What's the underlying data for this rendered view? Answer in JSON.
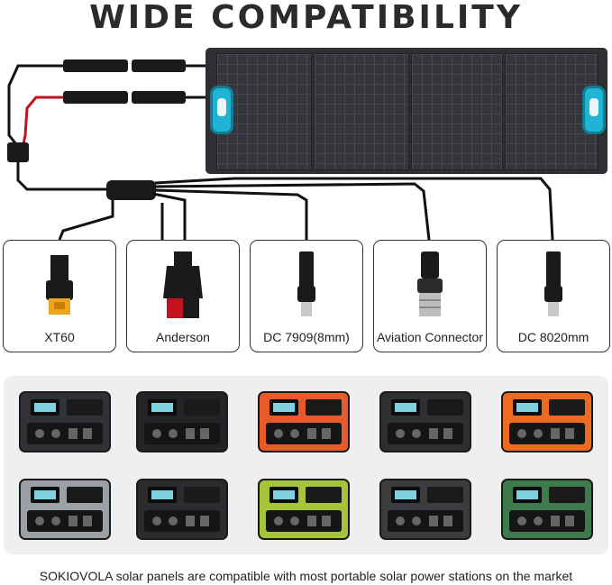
{
  "header": {
    "title": "WIDE COMPATIBILITY"
  },
  "connectors": [
    {
      "label": "XT60",
      "icon": "xt60-connector-icon"
    },
    {
      "label": "Anderson",
      "icon": "anderson-connector-icon"
    },
    {
      "label": "DC 7909(8mm)",
      "icon": "dc7909-connector-icon"
    },
    {
      "label": "Aviation Connector",
      "icon": "aviation-connector-icon"
    },
    {
      "label": "DC 8020mm",
      "icon": "dc8020-connector-icon"
    }
  ],
  "gallery": {
    "devices": [
      {
        "icon": "power-station-icon",
        "color": "#2f3236"
      },
      {
        "icon": "power-station-icon",
        "color": "#222428"
      },
      {
        "icon": "power-station-icon",
        "color": "#e85a2a"
      },
      {
        "icon": "power-station-icon",
        "color": "#2e2f33"
      },
      {
        "icon": "power-station-icon",
        "color": "#ee6a1f"
      },
      {
        "icon": "power-station-icon",
        "color": "#9aa0a6"
      },
      {
        "icon": "power-station-icon",
        "color": "#2a2c30"
      },
      {
        "icon": "power-station-icon",
        "color": "#a6c43a"
      },
      {
        "icon": "power-station-icon",
        "color": "#3a3c40"
      },
      {
        "icon": "power-station-icon",
        "color": "#3f7a4f"
      }
    ]
  },
  "caption": "SOKIOVOLA solar panels are compatible with most portable solar power stations on the market",
  "colors": {
    "accent": "#1fb3d4",
    "cable": "#111111",
    "red_cable": "#c1121f"
  }
}
